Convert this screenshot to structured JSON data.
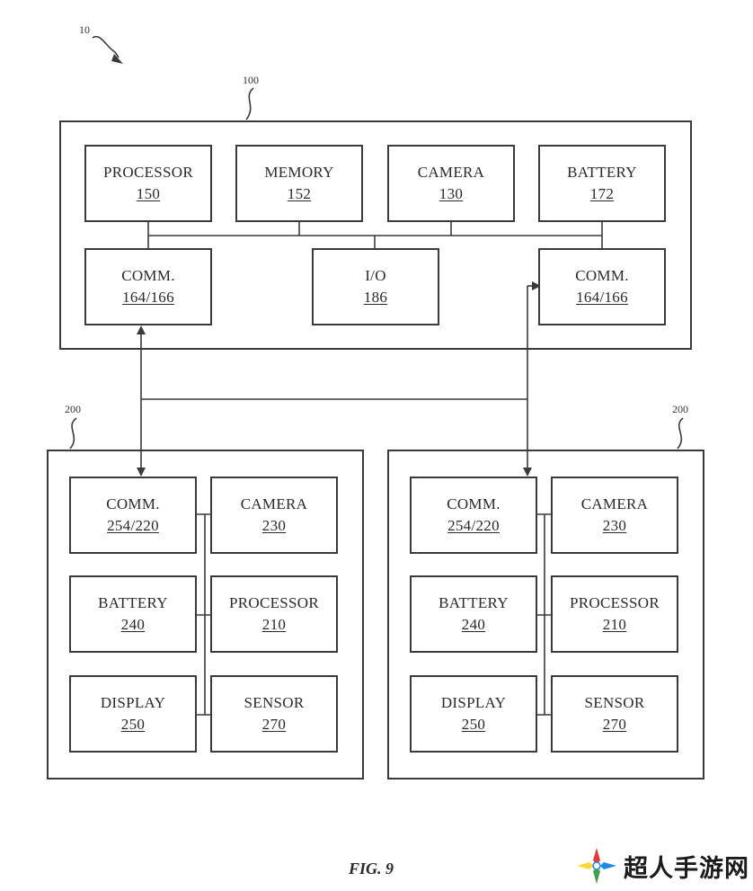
{
  "refs": {
    "system": "10",
    "server": "100",
    "device_left": "200",
    "device_right": "200"
  },
  "server": {
    "processor": {
      "label": "PROCESSOR",
      "num": "150"
    },
    "memory": {
      "label": "MEMORY",
      "num": "152"
    },
    "camera": {
      "label": "CAMERA",
      "num": "130"
    },
    "battery": {
      "label": "BATTERY",
      "num": "172"
    },
    "comm_left": {
      "label": "COMM.",
      "num": "164/166"
    },
    "io": {
      "label": "I/O",
      "num": "186"
    },
    "comm_right": {
      "label": "COMM.",
      "num": "164/166"
    }
  },
  "devices": [
    {
      "comm": {
        "label": "COMM.",
        "num": "254/220"
      },
      "camera": {
        "label": "CAMERA",
        "num": "230"
      },
      "battery": {
        "label": "BATTERY",
        "num": "240"
      },
      "processor": {
        "label": "PROCESSOR",
        "num": "210"
      },
      "display": {
        "label": "DISPLAY",
        "num": "250"
      },
      "sensor": {
        "label": "SENSOR",
        "num": "270"
      }
    },
    {
      "comm": {
        "label": "COMM.",
        "num": "254/220"
      },
      "camera": {
        "label": "CAMERA",
        "num": "230"
      },
      "battery": {
        "label": "BATTERY",
        "num": "240"
      },
      "processor": {
        "label": "PROCESSOR",
        "num": "210"
      },
      "display": {
        "label": "DISPLAY",
        "num": "250"
      },
      "sensor": {
        "label": "SENSOR",
        "num": "270"
      }
    }
  ],
  "figure_caption": "FIG. 9",
  "watermark": {
    "text": "超人手游网",
    "icon": "star-logo-icon"
  },
  "colors": {
    "line": "#3a3a3a",
    "background": "#ffffff",
    "watermark_logo": [
      "#e53935",
      "#1e88e5",
      "#43a047",
      "#fdd835"
    ]
  }
}
